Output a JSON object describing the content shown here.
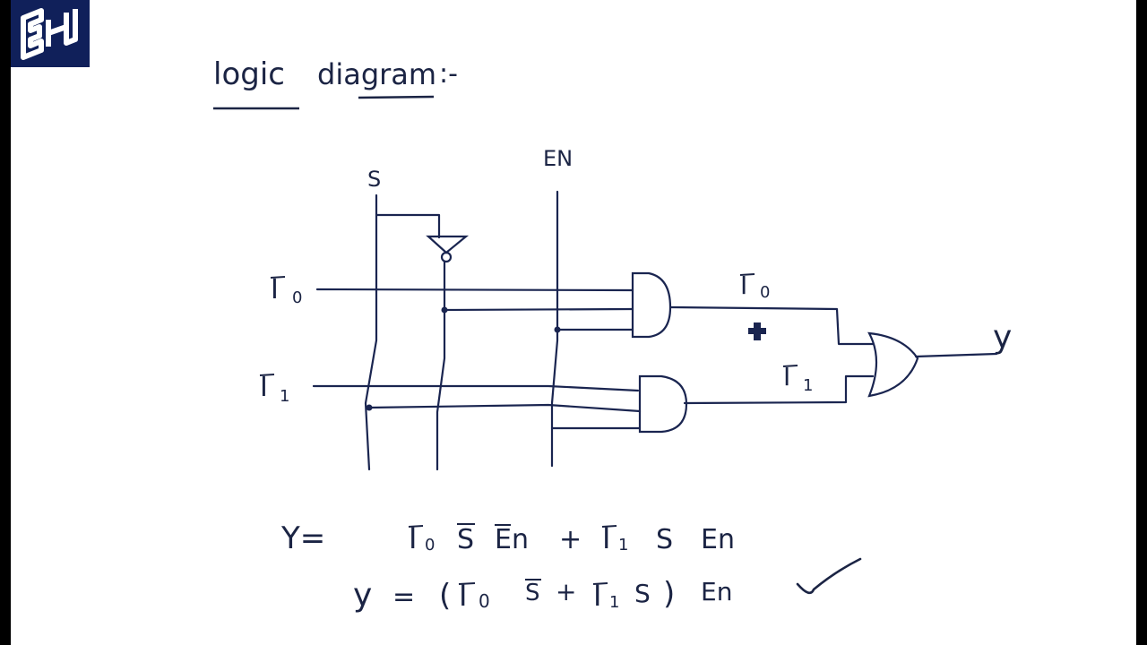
{
  "colors": {
    "ink": "#1b2444",
    "wire": "#1a2550",
    "logo_bg": "#10205a",
    "page": "#ffffff",
    "frame": "#000000"
  },
  "icons": {
    "logo": "brand-logo-icon",
    "cursor": "move-cursor-icon",
    "check": "check-mark-icon"
  },
  "heading": {
    "word1": "logic",
    "word2": "diagram",
    "suffix": ":-"
  },
  "signals": {
    "s": "S",
    "en": "EN",
    "i0": "I",
    "i0_sub": "0",
    "i1": "I",
    "i1_sub": "1",
    "and1_out": "I",
    "and1_out_sub": "0",
    "and2_out": "I",
    "and2_out_sub": "1",
    "output": "y"
  },
  "equations": {
    "eq1": {
      "lhs": "Y=",
      "t1": "I",
      "t1_sub": "0",
      "t2": "S",
      "t3": "En",
      "plus": "+",
      "t4": "I",
      "t4_sub": "1",
      "t5": "S",
      "t6": "En"
    },
    "eq2": {
      "lhs": "y",
      "eq": "=",
      "open": "(",
      "t1": "I",
      "t1_sub": "0",
      "t2": "S",
      "plus": "+",
      "t3": "I",
      "t3_sub": "1",
      "t4": "S",
      "close": ")",
      "t5": "En"
    }
  }
}
